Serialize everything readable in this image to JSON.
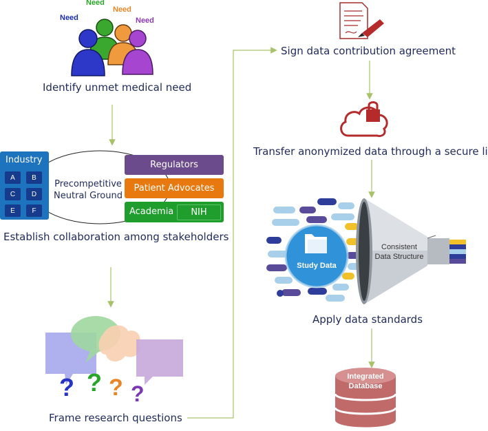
{
  "steps": {
    "identify": "Identify unmet medical need",
    "collaborate": "Establish collaboration among stakeholders",
    "frame": "Frame research questions",
    "sign": "Sign data contribution agreement",
    "transfer": "Transfer anonymized data through a secure link",
    "standards": "Apply data standards"
  },
  "needs": [
    "Need",
    "Need",
    "Need",
    "Need"
  ],
  "stakeholders": {
    "industry": "Industry",
    "companies": [
      "A",
      "B",
      "C",
      "D",
      "E",
      "F"
    ],
    "precompetitive_line1": "Precompetitive",
    "precompetitive_line2": "Neutral Ground",
    "regulators": "Regulators",
    "patient_advocates": "Patient Advocates",
    "academia": "Academia",
    "nih": "NIH"
  },
  "funnel": {
    "study_data": "Study Data",
    "consistent_line1": "Consistent",
    "consistent_line2": "Data Structure"
  },
  "database": {
    "line1": "Integrated",
    "line2": "Database"
  },
  "questions": [
    "?",
    "?",
    "?",
    "?"
  ],
  "colors": {
    "text": "#1f2a5a",
    "arrow": "#a8c26a",
    "industry": "#1e73be",
    "regulators": "#6b4b8c",
    "patient": "#e8790f",
    "academia": "#1f9e2d",
    "cloud": "#b52a2a",
    "db": "#c06a6a"
  }
}
